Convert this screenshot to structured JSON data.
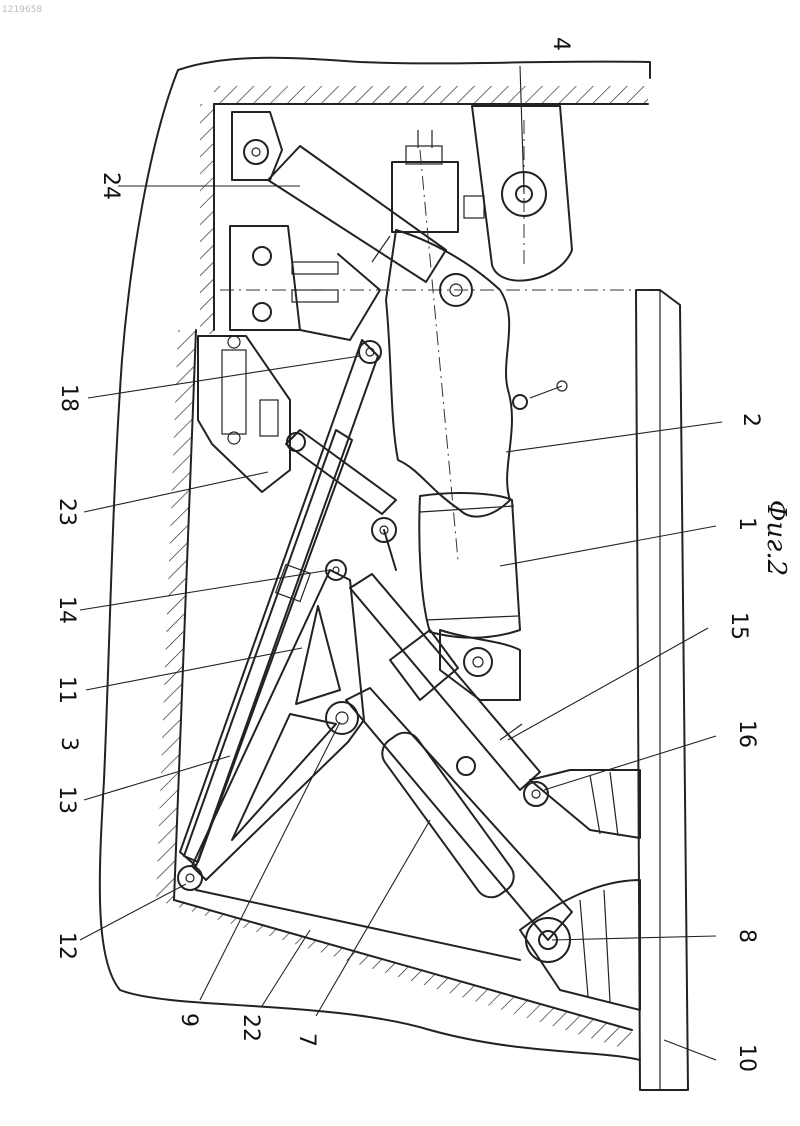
{
  "figure": {
    "caption": "Фиг.2",
    "corner_number": "1219658",
    "labels": [
      {
        "id": "1",
        "text": "1"
      },
      {
        "id": "2",
        "text": "2"
      },
      {
        "id": "3",
        "text": "3"
      },
      {
        "id": "4",
        "text": "4"
      },
      {
        "id": "7",
        "text": "7"
      },
      {
        "id": "8",
        "text": "8"
      },
      {
        "id": "9",
        "text": "9"
      },
      {
        "id": "10",
        "text": "10"
      },
      {
        "id": "11",
        "text": "11"
      },
      {
        "id": "12",
        "text": "12"
      },
      {
        "id": "13",
        "text": "13"
      },
      {
        "id": "14",
        "text": "14"
      },
      {
        "id": "15",
        "text": "15"
      },
      {
        "id": "16",
        "text": "16"
      },
      {
        "id": "18",
        "text": "18"
      },
      {
        "id": "22",
        "text": "22"
      },
      {
        "id": "23",
        "text": "23"
      },
      {
        "id": "24",
        "text": "24"
      }
    ]
  }
}
